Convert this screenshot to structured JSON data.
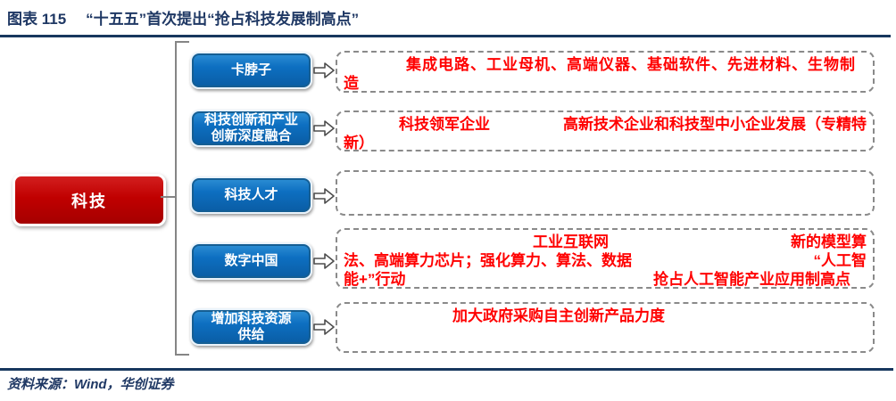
{
  "title": {
    "figure_label": "图表 115",
    "title_text": "“十五五”首次提出“抢占科技发展制高点”"
  },
  "footer": {
    "source_text": "资料来源：Wind，华创证券"
  },
  "root": {
    "label": "科技"
  },
  "colors": {
    "title_navy": "#1F3864",
    "rule_navy": "#17375E",
    "root_node_red": "#C00000",
    "branch_node_blue": "#0D6FC1",
    "content_text_red": "#FF0000",
    "dashed_border_gray": "#8A8A8A",
    "connector_gray": "#858585"
  },
  "icons": {
    "arrow": "hollow-right-arrow"
  },
  "rows": [
    {
      "branch": {
        "lines": [
          "卡脖子"
        ]
      },
      "panel": {
        "lines": [
          {
            "segs": [
              "集成电路、工业母机、高端仪器、基础软件、先进材料、生物制"
            ]
          },
          {
            "segs": [
              "造"
            ]
          }
        ]
      }
    },
    {
      "branch": {
        "lines": [
          "科技创新和产业",
          "创新深度融合"
        ]
      },
      "panel": {
        "lines": [
          {
            "segs": [
              "科技领军企业",
              "高新技术企业和科技型中小企业发展（专精特"
            ]
          },
          {
            "segs": [
              "新）"
            ]
          }
        ]
      }
    },
    {
      "branch": {
        "lines": [
          "科技人才"
        ]
      },
      "panel": {
        "lines": []
      }
    },
    {
      "branch": {
        "lines": [
          "数字中国"
        ]
      },
      "panel": {
        "lines": [
          {
            "segs": [
              "工业互联网",
              "新的模型算"
            ]
          },
          {
            "segs": [
              "法、高端算力芯片；强化算力、算法、数据",
              "“人工智"
            ]
          },
          {
            "segs": [
              "能+”行动",
              "抢占人工智能产业应用制高点"
            ]
          }
        ]
      }
    },
    {
      "branch": {
        "lines": [
          "增加科技资源",
          "供给"
        ]
      },
      "panel": {
        "lines": [
          {
            "segs": [
              "加大政府采购自主创新产品力度"
            ]
          }
        ]
      }
    }
  ]
}
